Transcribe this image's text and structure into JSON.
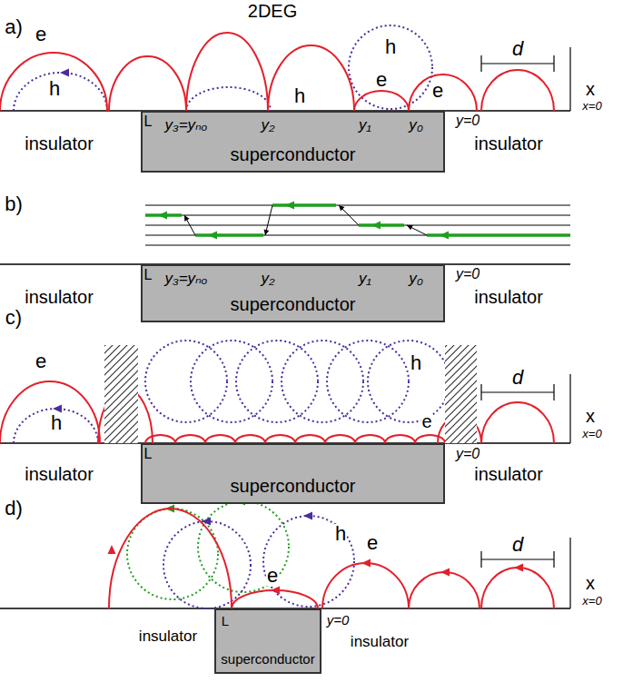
{
  "diagram": {
    "nodes": [
      {
        "text": [
          "superconductor"
        ]
      },
      {
        "text": [
          "superconductor"
        ]
      },
      {
        "text": [
          "superconductor"
        ]
      },
      {
        "text": [
          "superconductor"
        ]
      }
    ],
    "labels": [
      "a)",
      "2DEG",
      "e",
      "h",
      "h",
      "h",
      "e",
      "e",
      "d",
      "x",
      "x=0",
      "L",
      "y₃=yₙₒ",
      "y₂",
      "y₁",
      "y₀",
      "y=0",
      "insulator",
      "insulator",
      "b)",
      "L",
      "y₃=yₙₒ",
      "y₂",
      "y₁",
      "y₀",
      "y=0",
      "insulator",
      "insulator",
      "c)",
      "e",
      "h",
      "h",
      "e",
      "d",
      "x",
      "x=0",
      "L",
      "y=0",
      "insulator",
      "insulator",
      "d)",
      "h",
      "e",
      "e",
      "d",
      "x",
      "x=0",
      "L",
      "y=0",
      "insulator",
      "insulator"
    ]
  }
}
